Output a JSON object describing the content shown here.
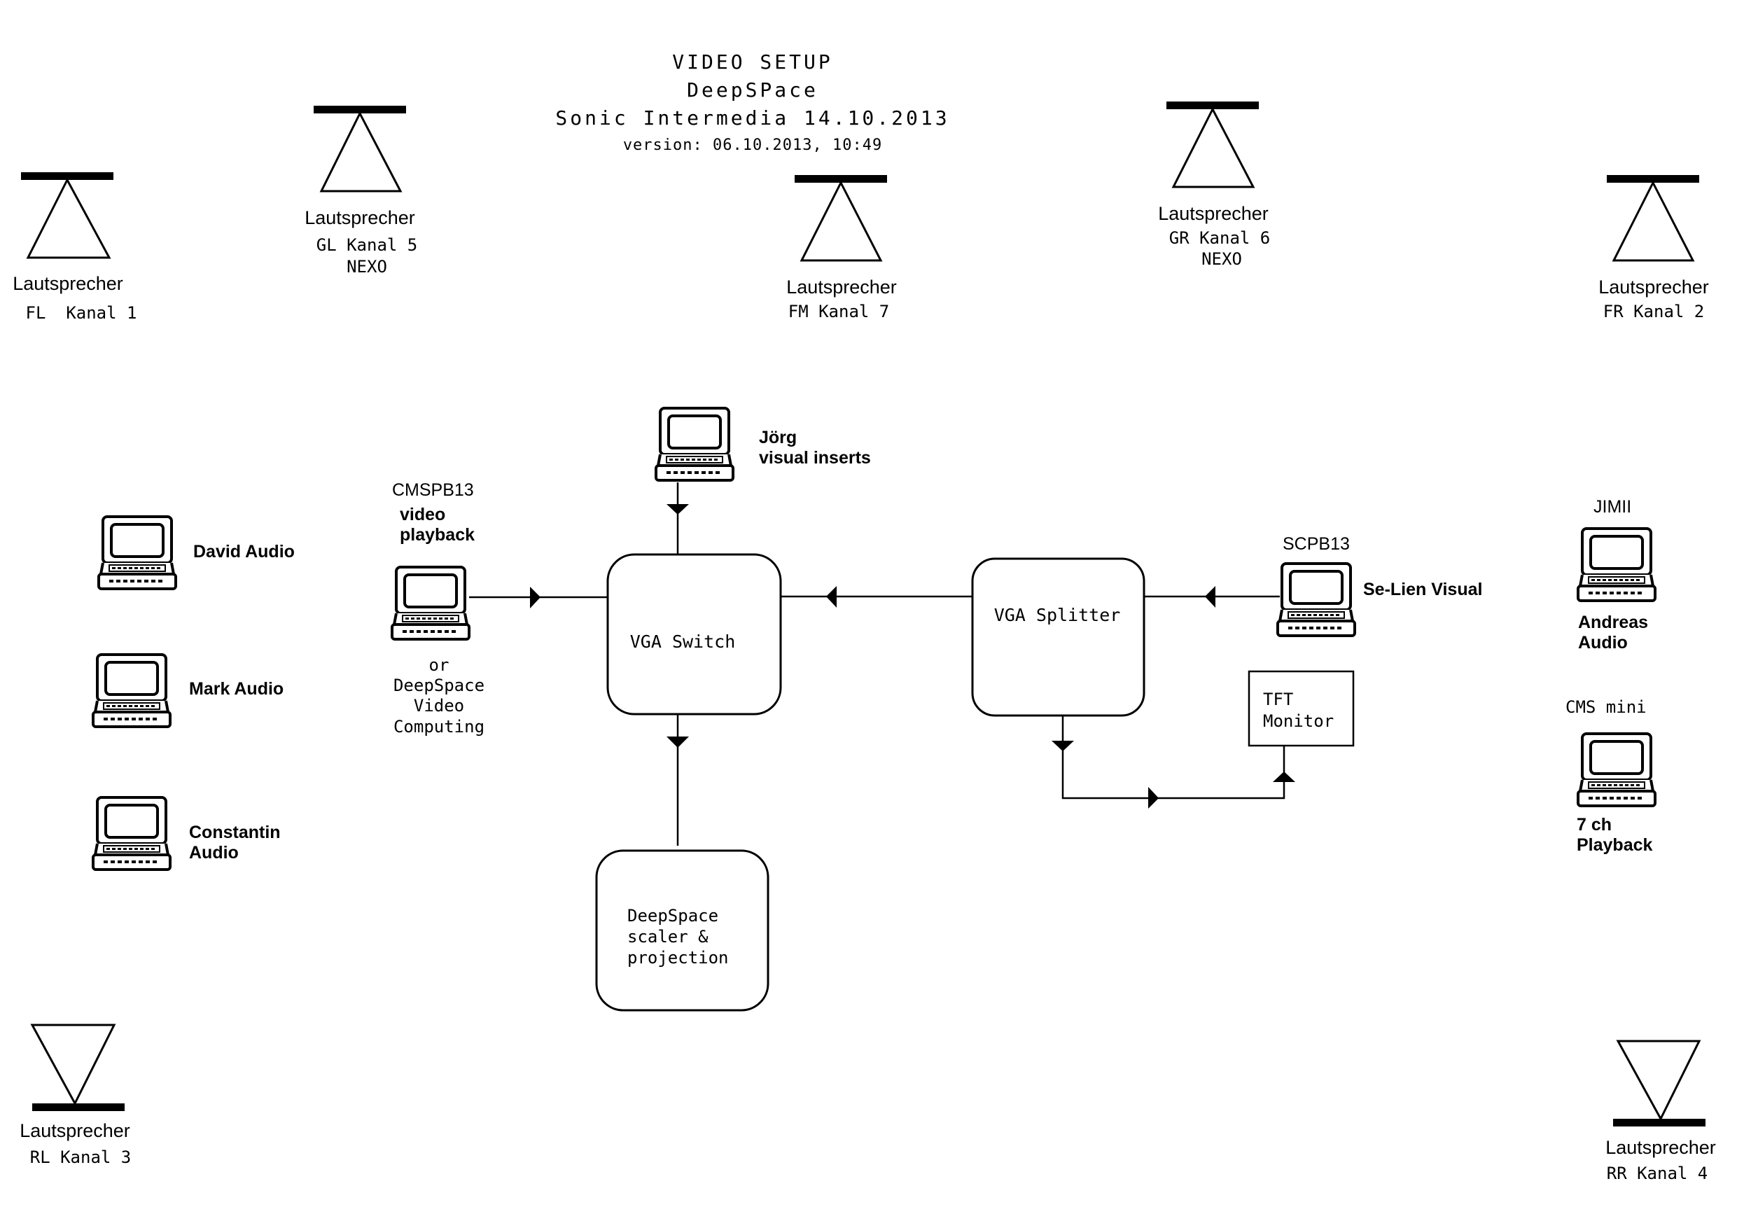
{
  "header": {
    "line1": "VIDEO SETUP",
    "line2": "DeepSPace",
    "line3": "Sonic Intermedia 14.10.2013",
    "line4": "version: 06.10.2013, 10:49"
  },
  "speakers": [
    {
      "id": "fl",
      "label": "Lautsprecher",
      "channel": "FL  Kanal 1",
      "extra": ""
    },
    {
      "id": "gl",
      "label": "Lautsprecher",
      "channel": "GL Kanal 5",
      "extra": "NEXO"
    },
    {
      "id": "fm",
      "label": "Lautsprecher",
      "channel": "FM Kanal 7",
      "extra": ""
    },
    {
      "id": "gr",
      "label": "Lautsprecher",
      "channel": "GR Kanal 6",
      "extra": "NEXO"
    },
    {
      "id": "fr",
      "label": "Lautsprecher",
      "channel": "FR Kanal 2",
      "extra": ""
    },
    {
      "id": "rl",
      "label": "Lautsprecher",
      "channel": "RL Kanal 3",
      "extra": ""
    },
    {
      "id": "rr",
      "label": "Lautsprecher",
      "channel": "RR Kanal 4",
      "extra": ""
    }
  ],
  "computers": {
    "david": {
      "line1": "David Audio"
    },
    "mark": {
      "line1": "Mark Audio"
    },
    "constantin": {
      "line1": "Constantin",
      "line2": "Audio"
    },
    "cmspb13": {
      "title": "CMSPB13",
      "line1": "video",
      "line2": "playback",
      "alt1": "or",
      "alt2": "DeepSpace",
      "alt3": "Video",
      "alt4": "Computing"
    },
    "joerg": {
      "line1": "Jörg",
      "line2": "visual inserts"
    },
    "scpb13": {
      "title": "SCPB13",
      "line1": "Se-Lien Visual"
    },
    "jimii": {
      "title": "JIMII",
      "line1": "Andreas",
      "line2": "Audio"
    },
    "cmsmini": {
      "title": "CMS mini",
      "line1": "7 ch",
      "line2": "Playback"
    }
  },
  "boxes": {
    "vga_switch": "VGA Switch",
    "vga_splitter": "VGA Splitter",
    "tft_line1": "TFT",
    "tft_line2": "Monitor",
    "scaler_line1": "DeepSpace",
    "scaler_line2": "scaler &",
    "scaler_line3": "projection"
  }
}
